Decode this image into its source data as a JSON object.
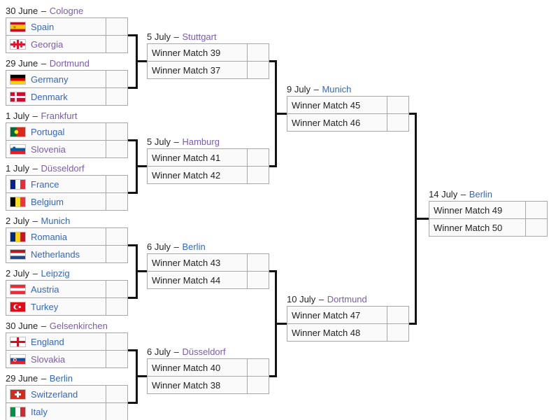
{
  "dash": "–",
  "colors": {
    "link_blue": "#3366cc",
    "link_visited_purple": "#795cb2",
    "header_text": "#252525",
    "box_border": "#a7a7a7",
    "connector_black": "#141414",
    "row_background": "#fafafa"
  },
  "r16": [
    {
      "date": "30 June",
      "city": "Cologne",
      "city_link": "visited",
      "teams": [
        {
          "name": "Spain",
          "flag": "spain",
          "link": "normal",
          "score": ""
        },
        {
          "name": "Georgia",
          "flag": "georgia",
          "link": "visited",
          "score": ""
        }
      ]
    },
    {
      "date": "29 June",
      "city": "Dortmund",
      "city_link": "visited",
      "teams": [
        {
          "name": "Germany",
          "flag": "germany",
          "link": "normal",
          "score": ""
        },
        {
          "name": "Denmark",
          "flag": "denmark",
          "link": "normal",
          "score": ""
        }
      ]
    },
    {
      "date": "1 July",
      "city": "Frankfurt",
      "city_link": "visited",
      "teams": [
        {
          "name": "Portugal",
          "flag": "portugal",
          "link": "normal",
          "score": ""
        },
        {
          "name": "Slovenia",
          "flag": "slovenia",
          "link": "visited",
          "score": ""
        }
      ]
    },
    {
      "date": "1 July",
      "city": "Düsseldorf",
      "city_link": "visited",
      "teams": [
        {
          "name": "France",
          "flag": "france",
          "link": "normal",
          "score": ""
        },
        {
          "name": "Belgium",
          "flag": "belgium",
          "link": "normal",
          "score": ""
        }
      ]
    },
    {
      "date": "2 July",
      "city": "Munich",
      "city_link": "normal",
      "teams": [
        {
          "name": "Romania",
          "flag": "romania",
          "link": "normal",
          "score": ""
        },
        {
          "name": "Netherlands",
          "flag": "netherlands",
          "link": "normal",
          "score": ""
        }
      ]
    },
    {
      "date": "2 July",
      "city": "Leipzig",
      "city_link": "normal",
      "teams": [
        {
          "name": "Austria",
          "flag": "austria",
          "link": "normal",
          "score": ""
        },
        {
          "name": "Turkey",
          "flag": "turkey",
          "link": "normal",
          "score": ""
        }
      ]
    },
    {
      "date": "30 June",
      "city": "Gelsenkirchen",
      "city_link": "visited",
      "teams": [
        {
          "name": "England",
          "flag": "england",
          "link": "normal",
          "score": ""
        },
        {
          "name": "Slovakia",
          "flag": "slovakia",
          "link": "visited",
          "score": ""
        }
      ]
    },
    {
      "date": "29 June",
      "city": "Berlin",
      "city_link": "normal",
      "teams": [
        {
          "name": "Switzerland",
          "flag": "switzerland",
          "link": "normal",
          "score": ""
        },
        {
          "name": "Italy",
          "flag": "italy",
          "link": "normal",
          "score": ""
        }
      ]
    }
  ],
  "qf": [
    {
      "date": "5 July",
      "city": "Stuttgart",
      "city_link": "visited",
      "slots": [
        "Winner Match 39",
        "Winner Match 37"
      ]
    },
    {
      "date": "5 July",
      "city": "Hamburg",
      "city_link": "visited",
      "slots": [
        "Winner Match 41",
        "Winner Match 42"
      ]
    },
    {
      "date": "6 July",
      "city": "Berlin",
      "city_link": "normal",
      "slots": [
        "Winner Match 43",
        "Winner Match 44"
      ]
    },
    {
      "date": "6 July",
      "city": "Düsseldorf",
      "city_link": "visited",
      "slots": [
        "Winner Match 40",
        "Winner Match 38"
      ]
    }
  ],
  "sf": [
    {
      "date": "9 July",
      "city": "Munich",
      "city_link": "normal",
      "slots": [
        "Winner Match 45",
        "Winner Match 46"
      ]
    },
    {
      "date": "10 July",
      "city": "Dortmund",
      "city_link": "visited",
      "slots": [
        "Winner Match 47",
        "Winner Match 48"
      ]
    }
  ],
  "final": [
    {
      "date": "14 July",
      "city": "Berlin",
      "city_link": "normal",
      "slots": [
        "Winner Match 49",
        "Winner Match 50"
      ]
    }
  ]
}
